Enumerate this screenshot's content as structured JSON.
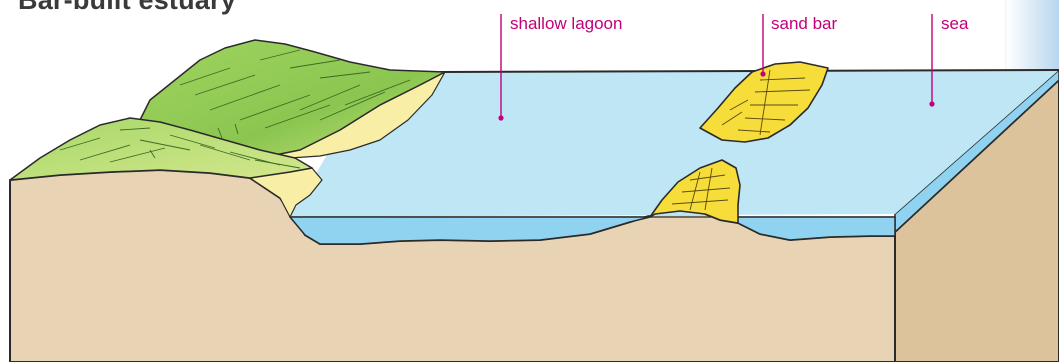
{
  "title": "Bar-built estuary",
  "labels": {
    "shallow_lagoon": "shallow lagoon",
    "sand_bar": "sand bar",
    "sea": "sea"
  },
  "colors": {
    "label_pink": "#c2007a",
    "water": "#bfe6f5",
    "water_deep": "#8fd3f0",
    "sand": "#f7dd3a",
    "beach": "#f8eea6",
    "land": "#e8d4b4",
    "land_side": "#dcc39c",
    "hill": "#8ecb52",
    "side_panel": "#cde3f3"
  }
}
